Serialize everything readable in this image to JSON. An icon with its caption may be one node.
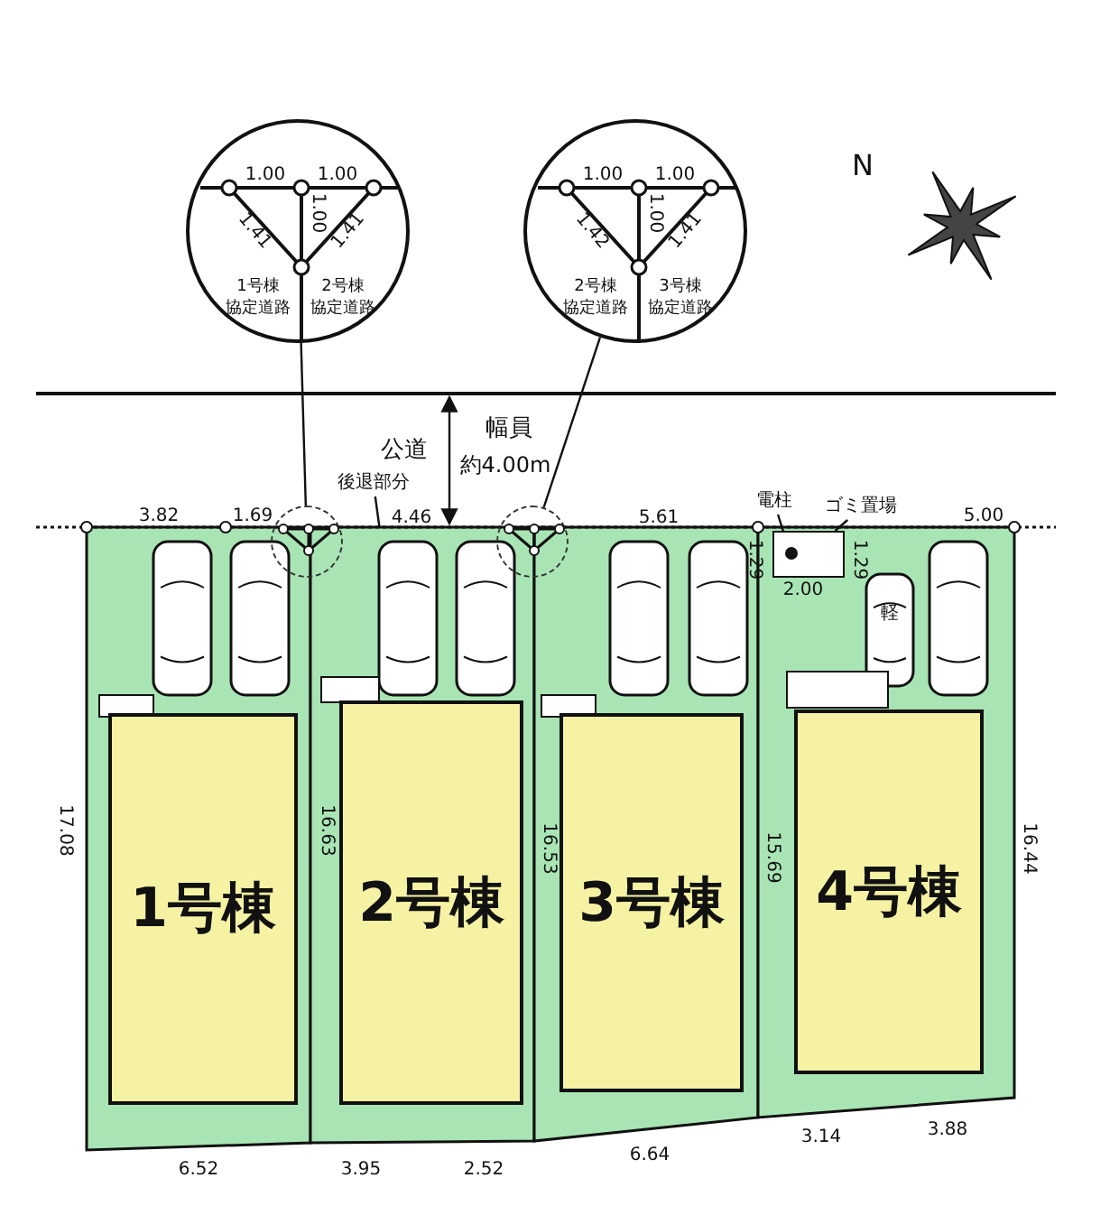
{
  "diagram": {
    "nodes": [
      {
        "text": [
          "1.00",
          "1.00",
          "1.00",
          "1.41",
          "1.41",
          "1号棟",
          "協定道路",
          "2号棟",
          "協定道路"
        ]
      },
      {
        "text": [
          "1.00",
          "1.00",
          "1.00",
          "1.42",
          "1.41",
          "2号棟",
          "協定道路",
          "3号棟",
          "協定道路"
        ]
      },
      {
        "text": [
          "後退部分"
        ]
      },
      {
        "text": [
          "電柱"
        ]
      },
      {
        "text": [
          "ゴミ置場"
        ]
      },
      {
        "text": [],
        "shape": "circle"
      },
      {
        "text": [],
        "shape": "circle"
      },
      {
        "text": [],
        "shape": "box"
      },
      {
        "text": [],
        "shape": "box"
      },
      {
        "text": [],
        "shape": "box"
      },
      {
        "text": [],
        "shape": "box"
      },
      {
        "text": [],
        "shape": "box",
        "in": 10
      },
      {
        "text": [],
        "shape": "circle",
        "in": 11
      },
      {
        "text": [
          "1号棟"
        ],
        "in": 7
      },
      {
        "text": [
          "2号棟"
        ],
        "in": 8
      },
      {
        "text": [
          "3号棟"
        ],
        "in": 9
      },
      {
        "text": [
          "4号棟"
        ],
        "in": 10
      }
    ],
    "edges": [
      {
        "from": 0,
        "to": 5,
        "arrow": "none"
      },
      {
        "from": 1,
        "to": 6,
        "arrow": "none"
      },
      {
        "from": 2,
        "to": 8,
        "arrow": "none"
      },
      {
        "from": 3,
        "to": 12,
        "arrow": "none"
      },
      {
        "from": 4,
        "to": 11,
        "arrow": "none"
      }
    ],
    "labels": [
      "N",
      "幅員",
      "公道",
      "約4.00m",
      "3.82",
      "1.69",
      "4.46",
      "5.61",
      "5.00",
      "1.29",
      "1.29",
      "2.00",
      "軽",
      "17.08",
      "16.63",
      "16.53",
      "15.69",
      "16.44",
      "6.52",
      "3.95",
      "2.52",
      "6.64",
      "3.14",
      "3.88"
    ]
  }
}
